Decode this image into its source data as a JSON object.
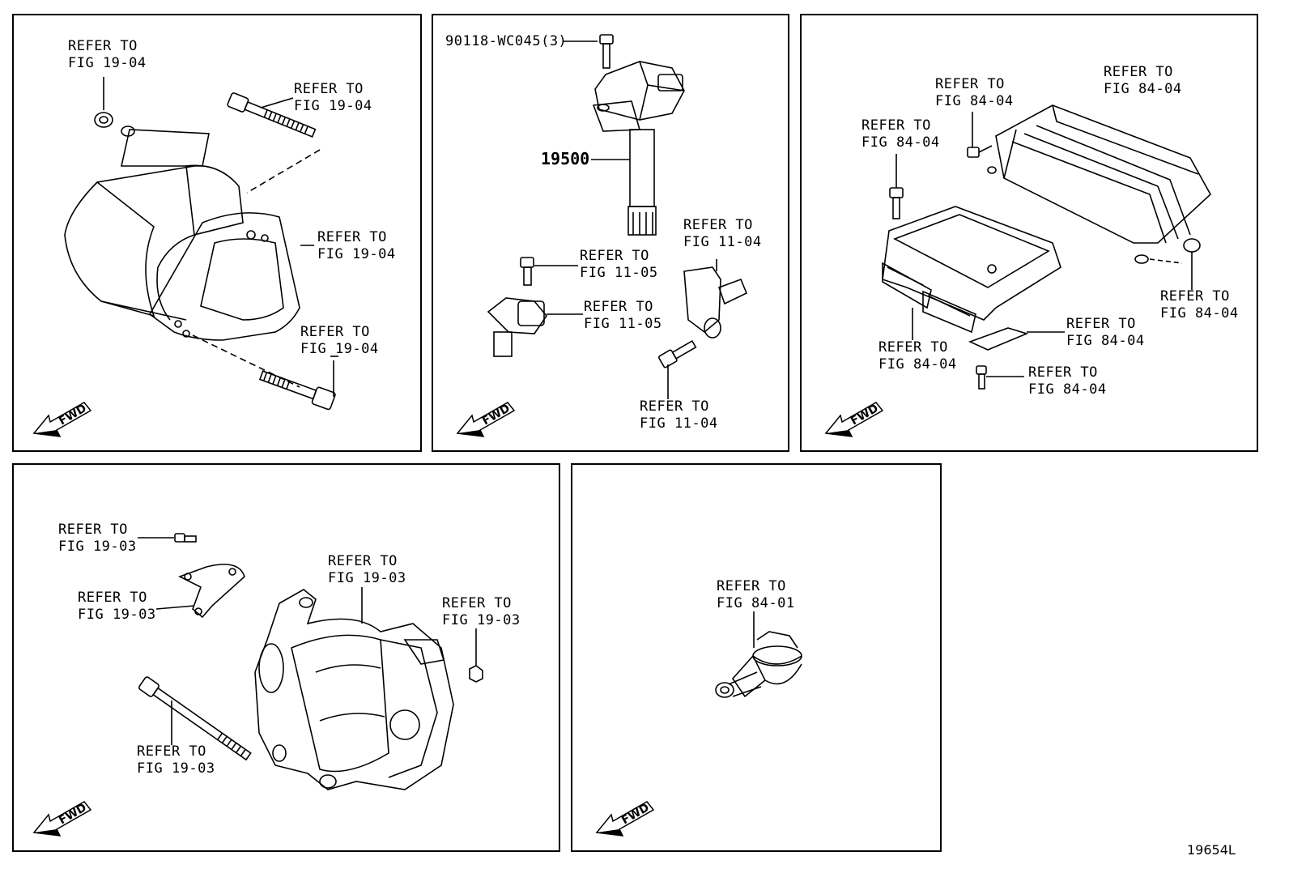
{
  "panels": {
    "starter": {
      "refs": [
        {
          "l1": "REFER TO",
          "l2": "FIG 19-04"
        },
        {
          "l1": "REFER TO",
          "l2": "FIG 19-04"
        },
        {
          "l1": "REFER TO",
          "l2": "FIG 19-04"
        },
        {
          "l1": "REFER TO",
          "l2": "FIG 19-04"
        }
      ],
      "fwd": "FWD"
    },
    "ignition": {
      "bolt_part": "90118-WC045(3)",
      "coil_part": "19500",
      "refs": [
        {
          "l1": "REFER TO",
          "l2": "FIG 11-05"
        },
        {
          "l1": "REFER TO",
          "l2": "FIG 11-05"
        },
        {
          "l1": "REFER TO",
          "l2": "FIG 11-04"
        },
        {
          "l1": "REFER TO",
          "l2": "FIG 11-04"
        }
      ],
      "fwd": "FWD"
    },
    "ecu": {
      "refs": [
        {
          "l1": "REFER TO",
          "l2": "FIG 84-04"
        },
        {
          "l1": "REFER TO",
          "l2": "FIG 84-04"
        },
        {
          "l1": "REFER TO",
          "l2": "FIG 84-04"
        },
        {
          "l1": "REFER TO",
          "l2": "FIG 84-04"
        },
        {
          "l1": "REFER TO",
          "l2": "FIG 84-04"
        },
        {
          "l1": "REFER TO",
          "l2": "FIG 84-04"
        },
        {
          "l1": "REFER TO",
          "l2": "FIG 84-04"
        }
      ],
      "fwd": "FWD"
    },
    "alternator": {
      "refs": [
        {
          "l1": "REFER TO",
          "l2": "FIG 19-03"
        },
        {
          "l1": "REFER TO",
          "l2": "FIG 19-03"
        },
        {
          "l1": "REFER TO",
          "l2": "FIG 19-03"
        },
        {
          "l1": "REFER TO",
          "l2": "FIG 19-03"
        },
        {
          "l1": "REFER TO",
          "l2": "FIG 19-03"
        }
      ],
      "fwd": "FWD"
    },
    "switch": {
      "refs": [
        {
          "l1": "REFER TO",
          "l2": "FIG 84-01"
        }
      ],
      "fwd": "FWD"
    }
  },
  "drawing_ref": "19654L"
}
